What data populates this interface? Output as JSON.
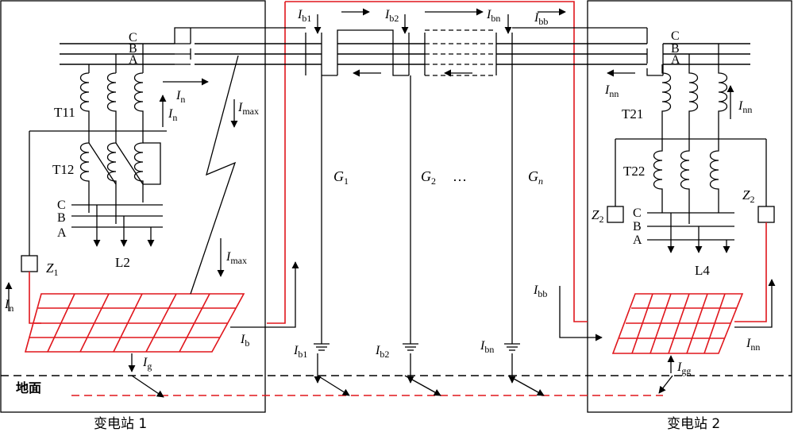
{
  "stations": {
    "left_name": "变电站 1",
    "right_name": "变电站 2",
    "ground_label": "地面"
  },
  "phases": {
    "c": "C",
    "b": "B",
    "a": "A"
  },
  "transformers": {
    "t11": "T11",
    "t12": "T12",
    "t21": "T21",
    "t22": "T22"
  },
  "loads": {
    "l2": "L2",
    "l4": "L4"
  },
  "impedances": {
    "z1_main": "Z",
    "z1_sub": "1",
    "z2_main": "Z",
    "z2_sub": "2"
  },
  "generators": {
    "g1_main": "G",
    "g1_sub": "1",
    "g2_main": "G",
    "g2_sub": "2",
    "gn_main": "G",
    "gn_sub": "n",
    "ellipsis": "…"
  },
  "currents": {
    "in_main": "I",
    "in_sub": "n",
    "imax_main": "I",
    "imax_sub": "max",
    "ib_main": "I",
    "ib_sub": "b",
    "ig_main": "I",
    "ig_sub": "g",
    "ib1_main": "I",
    "ib1_sub": "b1",
    "ib2_main": "I",
    "ib2_sub": "b2",
    "ibn_main": "I",
    "ibn_sub": "bn",
    "ibb_main": "I",
    "ibb_sub": "bb",
    "inn_main": "I",
    "inn_sub": "nn",
    "igg_main": "I",
    "igg_sub": "gg"
  }
}
